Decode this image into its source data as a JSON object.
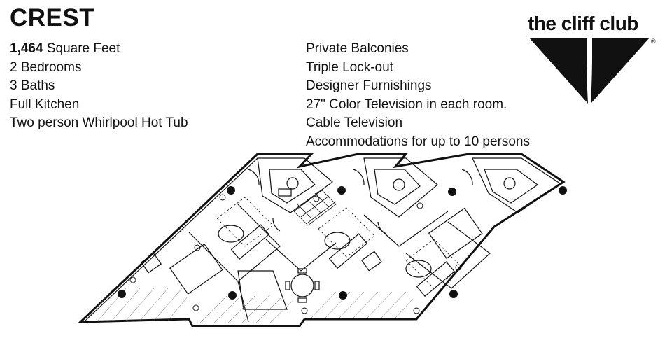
{
  "title": "CREST",
  "features_left": {
    "area_value": "1,464",
    "area_unit": "Square Feet",
    "items": [
      "2 Bedrooms",
      "3 Baths",
      "Full Kitchen",
      "Two person Whirlpool Hot Tub"
    ]
  },
  "features_right": {
    "items": [
      "Private Balconies",
      "Triple Lock-out",
      "Designer Furnishings",
      "27\" Color Television in each room.",
      "Cable Television",
      "Accommodations for up to 10 persons"
    ]
  },
  "logo": {
    "text": "the cliff club",
    "registered": "®"
  },
  "colors": {
    "ink": "#111111",
    "background": "#ffffff"
  }
}
